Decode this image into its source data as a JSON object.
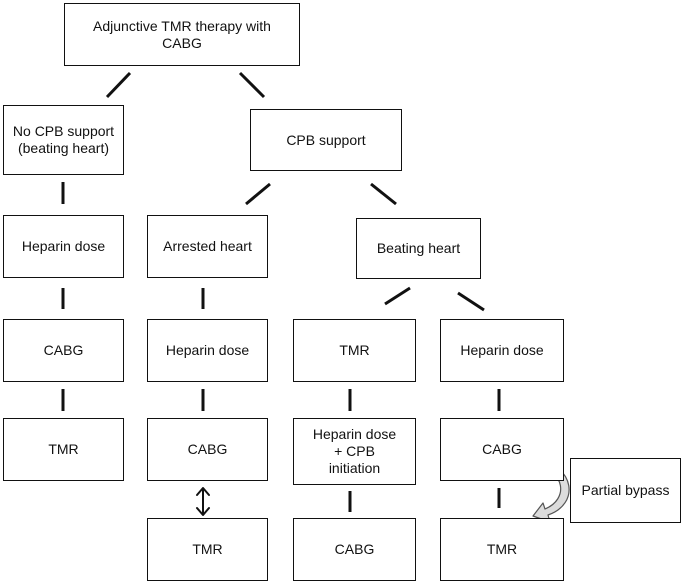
{
  "diagram": {
    "nodes": {
      "root": "Adjunctive TMR therapy with\nCABG",
      "no_cpb": "No CPB support\n(beating heart)",
      "cpb": "CPB support",
      "nocpb_heparin": "Heparin dose",
      "arrested": "Arrested heart",
      "beating": "Beating heart",
      "nocpb_cabg": "CABG",
      "arrested_heparin": "Heparin dose",
      "beating_tmr": "TMR",
      "beating_heparin": "Heparin dose",
      "nocpb_tmr": "TMR",
      "arrested_cabg": "CABG",
      "beating_heparin_cpb": "Heparin dose\n+ CPB\ninitiation",
      "beating_cabg": "CABG",
      "arrested_tmr": "TMR",
      "beating_cabg_final": "CABG",
      "beating_tmr_final": "TMR",
      "partial_bypass": "Partial bypass"
    }
  }
}
